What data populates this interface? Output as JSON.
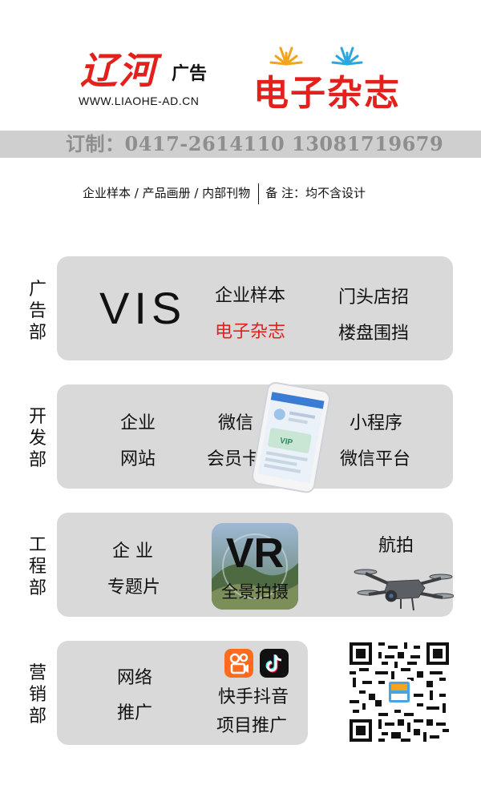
{
  "header": {
    "logo_text": "辽河",
    "logo_sub": "广告",
    "logo_url": "WWW.LIAOHE-AD.CN",
    "magazine_title": "电子杂志"
  },
  "contact": {
    "text": "订制：0417-2614110  13081719679"
  },
  "services": {
    "products": "企业样本 / 产品画册 / 内部刊物",
    "note": "备 注：均不含设计"
  },
  "sections": {
    "advertising": {
      "label": "广告部",
      "vis": "VIS",
      "items": [
        "企业样本",
        "电子杂志",
        "门头店招",
        "楼盘围挡"
      ]
    },
    "development": {
      "label": "开发部",
      "items": [
        "企业",
        "网站",
        "微信",
        "会员卡",
        "小程序",
        "微信平台"
      ]
    },
    "engineering": {
      "label": "工程部",
      "items": [
        "企  业",
        "专题片",
        "航拍"
      ],
      "vr_big": "VR",
      "vr_small": "全景拍摄"
    },
    "marketing": {
      "label": "营销部",
      "items": [
        "网络",
        "推广",
        "快手抖音",
        "项目推广"
      ]
    }
  },
  "colors": {
    "brand_red": "#e3201b",
    "panel_gray": "#d9d9d9",
    "bar_gray": "#cfcfcf",
    "contact_text_gray": "#8e8e8e"
  },
  "icons": [
    "phone-mockup-image",
    "drone-image",
    "kuaishou-icon",
    "douyin-icon",
    "qr-code-image",
    "vr-panorama-image"
  ]
}
